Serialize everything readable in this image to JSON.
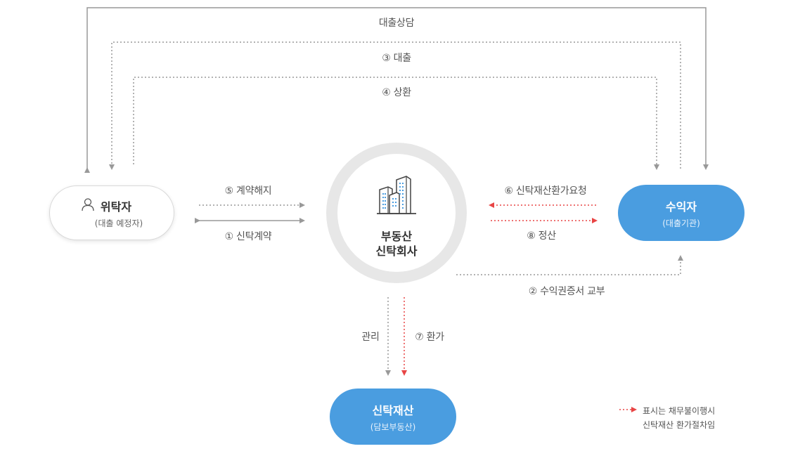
{
  "nodes": {
    "consignor": {
      "title": "위탁자",
      "subtitle": "(대출 예정자)",
      "icon": "person-icon"
    },
    "trust_company": {
      "line1": "부동산",
      "line2": "신탁회사",
      "icon": "building-icon"
    },
    "beneficiary": {
      "title": "수익자",
      "subtitle": "(대출기관)"
    },
    "trust_asset": {
      "title": "신탁재산",
      "subtitle": "(담보부동산)"
    }
  },
  "flows": {
    "loan_consult": "대출상담",
    "loan": "③ 대출",
    "repay": "④ 상환",
    "terminate": "⑤ 계약해지",
    "contract": "① 신탁계약",
    "reversion_request": "⑥ 신탁재산환가요청",
    "settlement": "⑧ 정산",
    "certificate": "② 수익권증서 교부",
    "manage": "관리",
    "reversion": "⑦ 환가"
  },
  "legend": {
    "line1": "표시는 채무불이행시",
    "line2": "신탁재산 환가절차임"
  },
  "colors": {
    "accent_blue": "#4a9de0",
    "line_gray": "#999999",
    "default_red": "#e84545",
    "ring_gray": "#e7e7e7"
  }
}
